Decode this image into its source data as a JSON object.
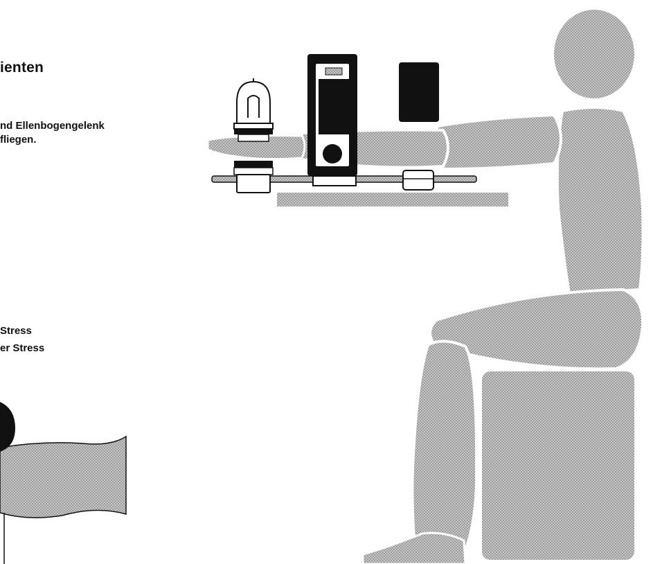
{
  "heading": "ienten",
  "description": [
    "nd Ellenbogengelenk",
    "fliegen."
  ],
  "stress": [
    "Stress",
    "er Stress"
  ],
  "colors": {
    "pattern_fill": "#c9c9c9",
    "pattern_dot": "#9a9a9a",
    "ink": "#111111",
    "background": "#ffffff"
  },
  "icons": [
    "seated-person",
    "table-rail",
    "light-bulb-lamp",
    "timer-device",
    "black-card-holder",
    "forearm-clamp",
    "arm-cuff-sensor"
  ]
}
